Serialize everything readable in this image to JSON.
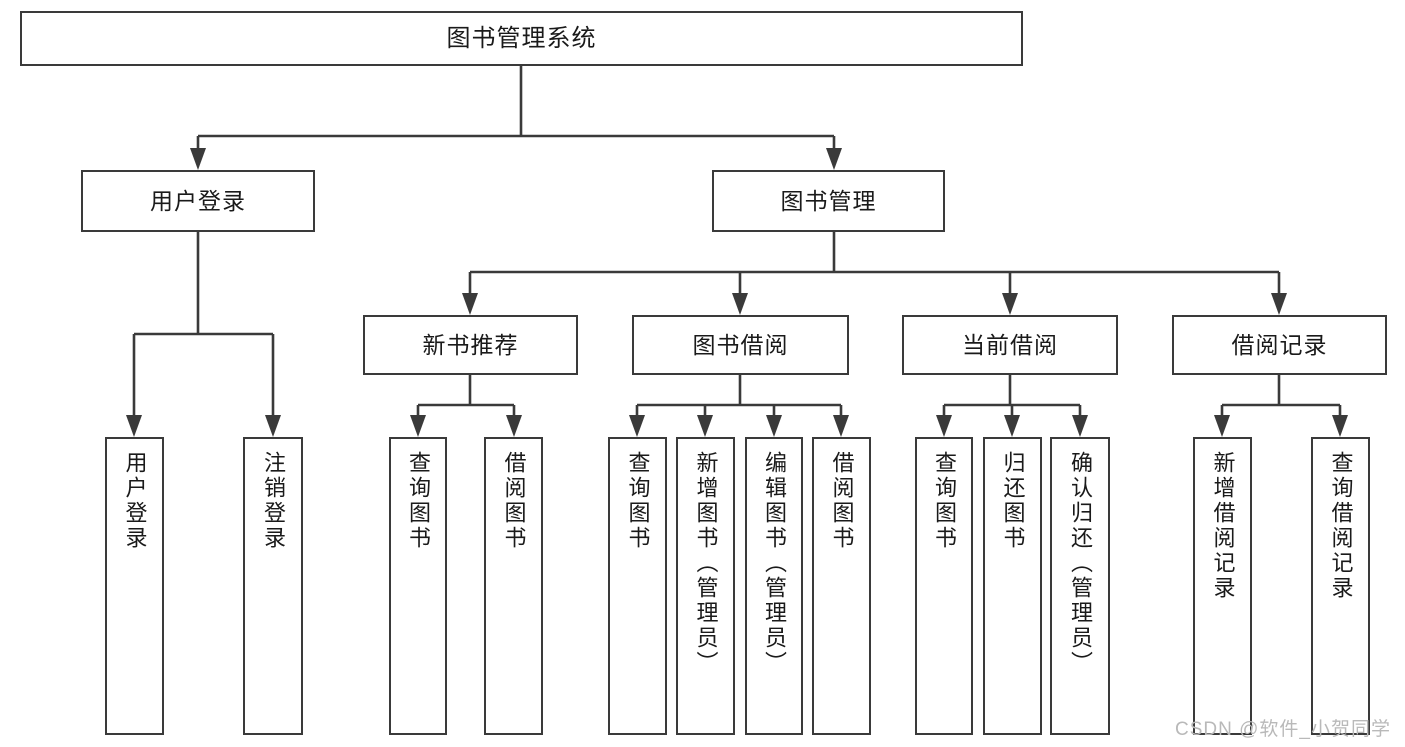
{
  "diagram": {
    "type": "tree",
    "title": "图书管理系统",
    "orientation": "top-down",
    "colors": {
      "box_border": "#3a3a3a",
      "box_fill": "#ffffff",
      "connector": "#3a3a3a",
      "text": "#1a1a1a",
      "watermark": "#b9b9b9",
      "background": "#ffffff"
    },
    "root": {
      "label": "图书管理系统"
    },
    "level2": [
      {
        "label": "用户登录"
      },
      {
        "label": "图书管理"
      }
    ],
    "level3": [
      {
        "label": "新书推荐"
      },
      {
        "label": "图书借阅"
      },
      {
        "label": "当前借阅"
      },
      {
        "label": "借阅记录"
      }
    ],
    "leaves": {
      "user_login": [
        {
          "label": "用户登录"
        },
        {
          "label": "注销登录"
        }
      ],
      "new_book_recommend": [
        {
          "label": "查询图书"
        },
        {
          "label": "借阅图书"
        }
      ],
      "book_borrow": [
        {
          "label": "查询图书"
        },
        {
          "label": "新增图书（管理员）"
        },
        {
          "label": "编辑图书（管理员）"
        },
        {
          "label": "借阅图书"
        }
      ],
      "current_borrow": [
        {
          "label": "查询图书"
        },
        {
          "label": "归还图书"
        },
        {
          "label": "确认归还（管理员）"
        }
      ],
      "borrow_record": [
        {
          "label": "新增借阅记录"
        },
        {
          "label": "查询借阅记录"
        }
      ]
    },
    "watermark": "CSDN @软件_小贺同学"
  }
}
